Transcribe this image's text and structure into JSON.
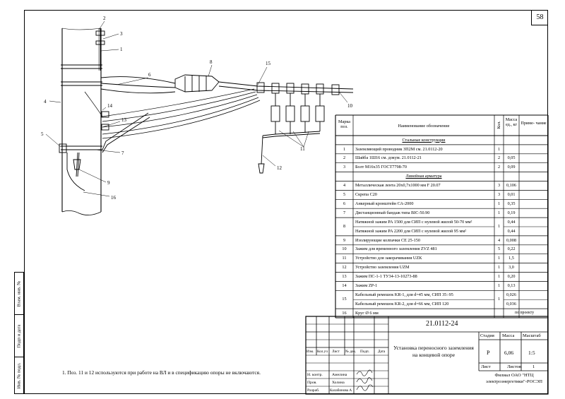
{
  "page_number": "58",
  "drawing_callouts": [
    "1",
    "2",
    "3",
    "4",
    "5",
    "6",
    "7",
    "8",
    "9",
    "10",
    "11",
    "12",
    "13",
    "14",
    "15",
    "16"
  ],
  "spec_table": {
    "headers": {
      "mark": "Марка поз.",
      "name": "Наименование обозначение",
      "qty": "Кол.",
      "mass": "Масса ед., кг",
      "note": "Приме- чание"
    },
    "section_steel": "Стальные конструкции",
    "section_fittings": "Линейная арматура",
    "rows": [
      {
        "pos": "1",
        "name": "Заземляющий проводник ЗП2М см. 21.0112-20",
        "qty": "1",
        "mass": "",
        "note": ""
      },
      {
        "pos": "2",
        "name": "Шайба 1Ш16 см. докум. 21.0112-21",
        "qty": "2",
        "mass": "0,05",
        "note": ""
      },
      {
        "pos": "3",
        "name": "Болт М16х35 ГОСТ7798-70",
        "qty": "2",
        "mass": "0,09",
        "note": ""
      },
      {
        "pos": "4",
        "name": "Металлическая лента 20х0,7х1000 мм F 20.07",
        "qty": "3",
        "mass": "0,106",
        "note": ""
      },
      {
        "pos": "5",
        "name": "Скрепа С20",
        "qty": "3",
        "mass": "0,01",
        "note": ""
      },
      {
        "pos": "6",
        "name": "Анкерный кронштейн СА-2000",
        "qty": "1",
        "mass": "0,35",
        "note": ""
      },
      {
        "pos": "7",
        "name": "Дистанционный бандаж типа BIC-50.90",
        "qty": "1",
        "mass": "0,19",
        "note": ""
      },
      {
        "pos": "8",
        "name": "Натяжной зажим PA 1500 для СИП с нулевой жилой 50-70 мм²",
        "qty": "1",
        "mass": "0,44",
        "note": ""
      },
      {
        "pos": "",
        "name": "Натяжной зажим PA 2200 для СИП с нулевой жилой 95 мм²",
        "qty": "",
        "mass": "0,44",
        "note": ""
      },
      {
        "pos": "9",
        "name": "Изолирующие колпачки CE 25-150",
        "qty": "4",
        "mass": "0,008",
        "note": ""
      },
      {
        "pos": "10",
        "name": "Зажим для временного заземления ZVZ 481",
        "qty": "5",
        "mass": "0,22",
        "note": ""
      },
      {
        "pos": "11",
        "name": "Устройство для закорачивания UZK",
        "qty": "1",
        "mass": "1,5",
        "note": ""
      },
      {
        "pos": "12",
        "name": "Устройство заземления UZM",
        "qty": "1",
        "mass": "3,0",
        "note": ""
      },
      {
        "pos": "13",
        "name": "Зажим ПС-1-1 ТУ34-13-10273-88",
        "qty": "1",
        "mass": "0,20",
        "note": ""
      },
      {
        "pos": "14",
        "name": "Зажим ZP-1",
        "qty": "1",
        "mass": "0,13",
        "note": ""
      },
      {
        "pos": "15",
        "name": "Кабельный ремешок KR-1, для d=45 мм, СИП 35÷95",
        "qty": "1",
        "mass": "0,026",
        "note": ""
      },
      {
        "pos": "",
        "name": "Кабельный ремешок KR-2, для d=66 мм, СИП 120",
        "qty": "",
        "mass": "0,036",
        "note": ""
      },
      {
        "pos": "16",
        "name": "Круг Ø 6 мм",
        "qty": "",
        "mass": "",
        "note": "по проекту"
      }
    ]
  },
  "title_block": {
    "code": "21.0112-24",
    "title": "Установка переносного заземления на концевой опоре",
    "stage_label": "Стадия",
    "mass_label": "Масса",
    "scale_label": "Масштаб",
    "stage": "Р",
    "mass": "6,06",
    "scale": "1:5",
    "sheet_label": "Лист",
    "sheets_label": "Листов",
    "sheets": "1",
    "org": "Филиал ОАО \"НТЦ электроэнергетики\"-РОСЭП",
    "cols": [
      "Изм.",
      "Кол.уч",
      "Лист",
      "№ док.",
      "Подп.",
      "Дата"
    ],
    "roles": [
      {
        "role": "Н. контр.",
        "name": "Амелина"
      },
      {
        "role": "Пров.",
        "name": "Холина"
      },
      {
        "role": "Разраб.",
        "name": "Калабинова А"
      }
    ]
  },
  "side_stamp": [
    "Инв. № подл.",
    "Подп и дата",
    "Взам. инв. №"
  ],
  "note": "1. Поз. 11 и 12 используются при работе на ВЛ и в спецификацию опоры не включаются."
}
